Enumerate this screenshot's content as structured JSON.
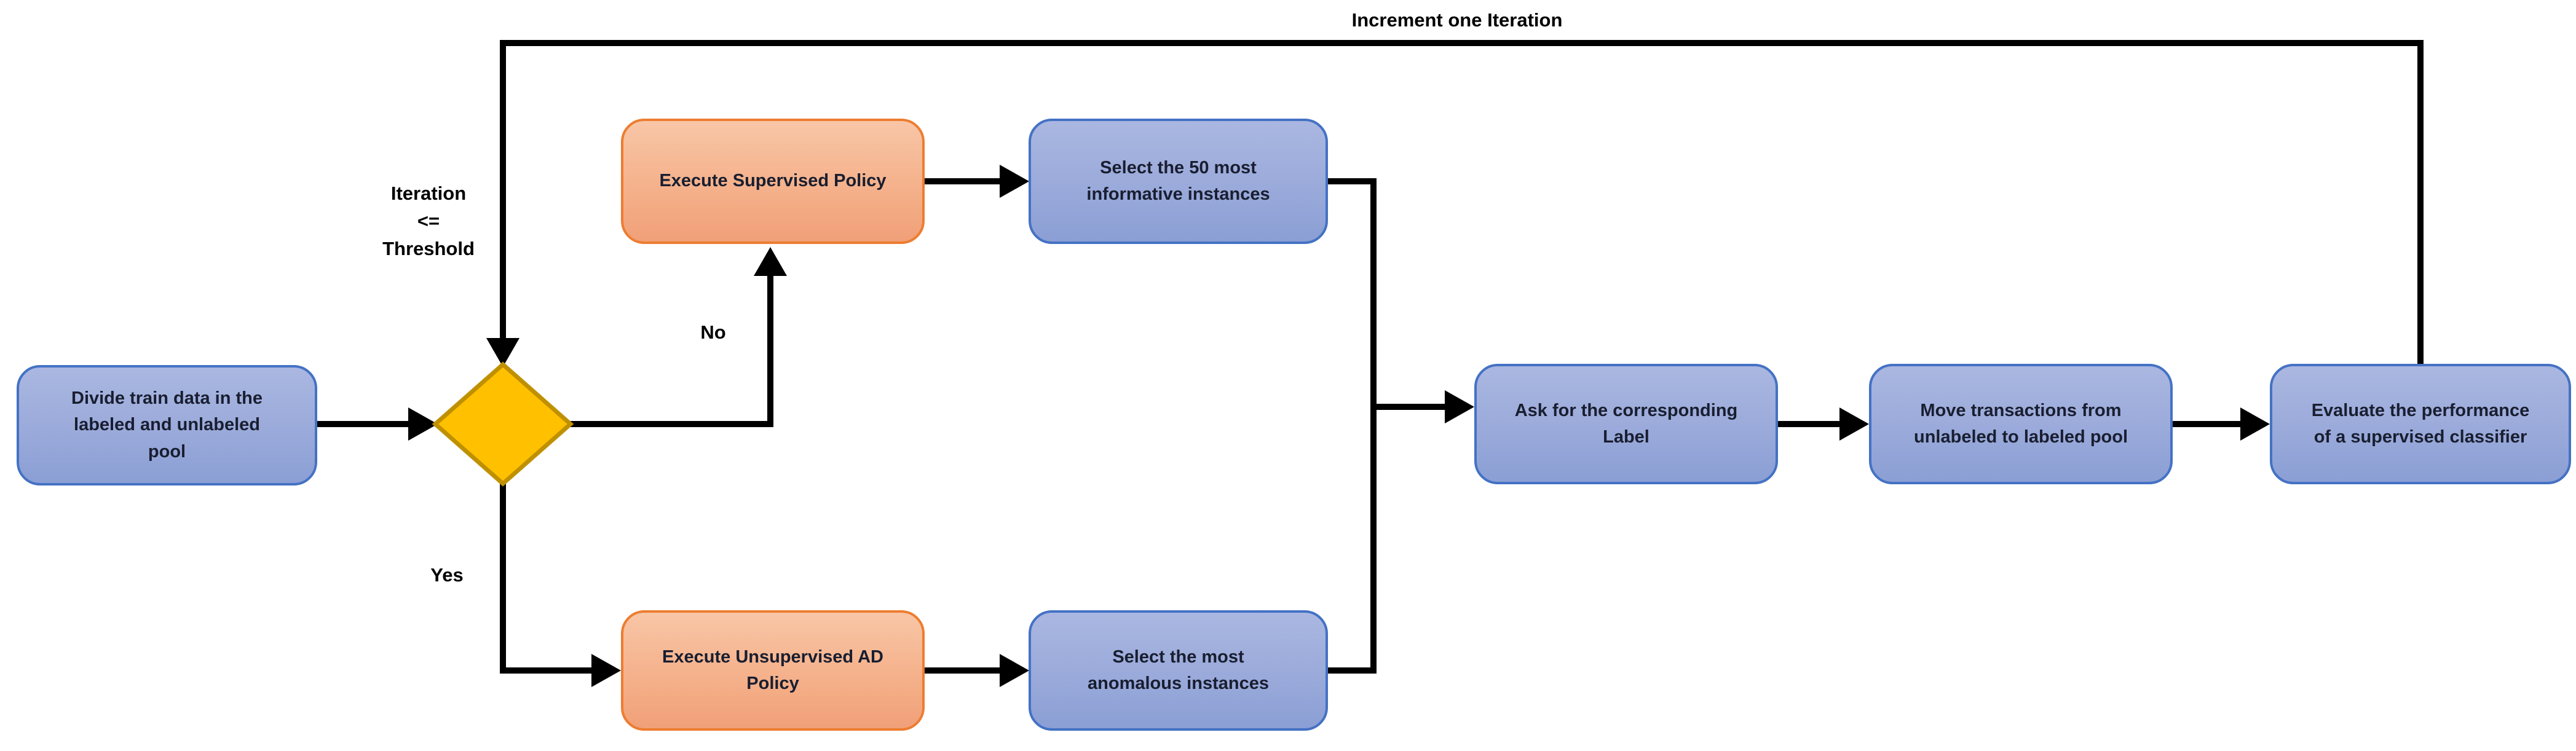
{
  "diagram": {
    "title_hint": "Active learning loop flowchart",
    "colors": {
      "process_border_blue": "#4472c4",
      "process_fill_blue_top": "#aab7e1",
      "process_fill_blue_bottom": "#8b9fd5",
      "policy_border_orange": "#ed7d31",
      "policy_fill_orange_top": "#f8c6a7",
      "policy_fill_orange_bottom": "#f1a078",
      "decision_fill": "#ffc000",
      "decision_border": "#bf9000",
      "connector": "#000000",
      "background": "#ffffff"
    },
    "nodes": {
      "divide": {
        "label": "Divide train data in the\nlabeled and unlabeled\npool"
      },
      "execute_supervised": {
        "label": "Execute Supervised Policy"
      },
      "select_informative": {
        "label": "Select the 50 most\ninformative instances"
      },
      "execute_unsupervised": {
        "label": "Execute Unsupervised AD\nPolicy"
      },
      "select_anomalous": {
        "label": "Select the most\nanomalous instances"
      },
      "ask_label": {
        "label": "Ask for the corresponding\nLabel"
      },
      "move_transactions": {
        "label": "Move transactions from\nunlabeled to labeled pool"
      },
      "evaluate": {
        "label": "Evaluate the performance\nof a supervised classifier"
      }
    },
    "edge_labels": {
      "loop": "Increment one Iteration",
      "condition": "Iteration\n<=\nThreshold",
      "no": "No",
      "yes": "Yes"
    }
  }
}
